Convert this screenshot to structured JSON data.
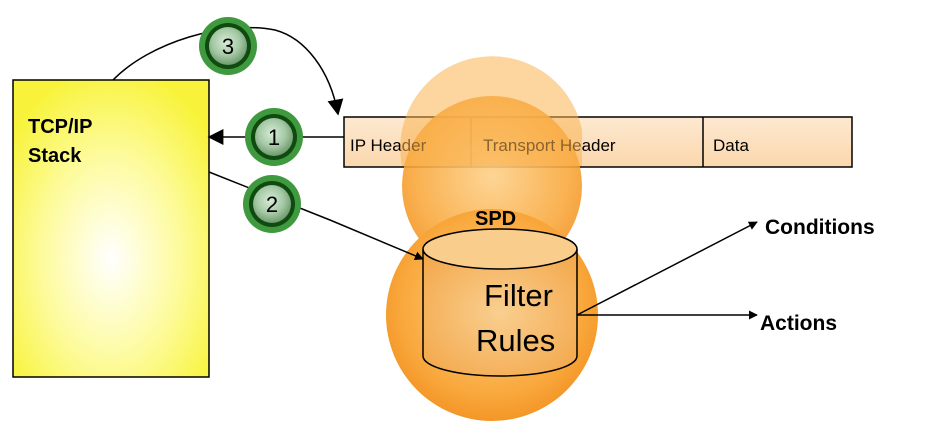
{
  "stack": {
    "line1": "TCP/IP",
    "line2": "Stack"
  },
  "packet": {
    "ip_header": "IP Header",
    "transport_header": "Transport Header",
    "data": "Data"
  },
  "spd": {
    "title": "SPD",
    "filter_line1": "Filter",
    "filter_line2": "Rules"
  },
  "outputs": {
    "conditions": "Conditions",
    "actions": "Actions"
  },
  "steps": [
    "1",
    "2",
    "3"
  ]
}
